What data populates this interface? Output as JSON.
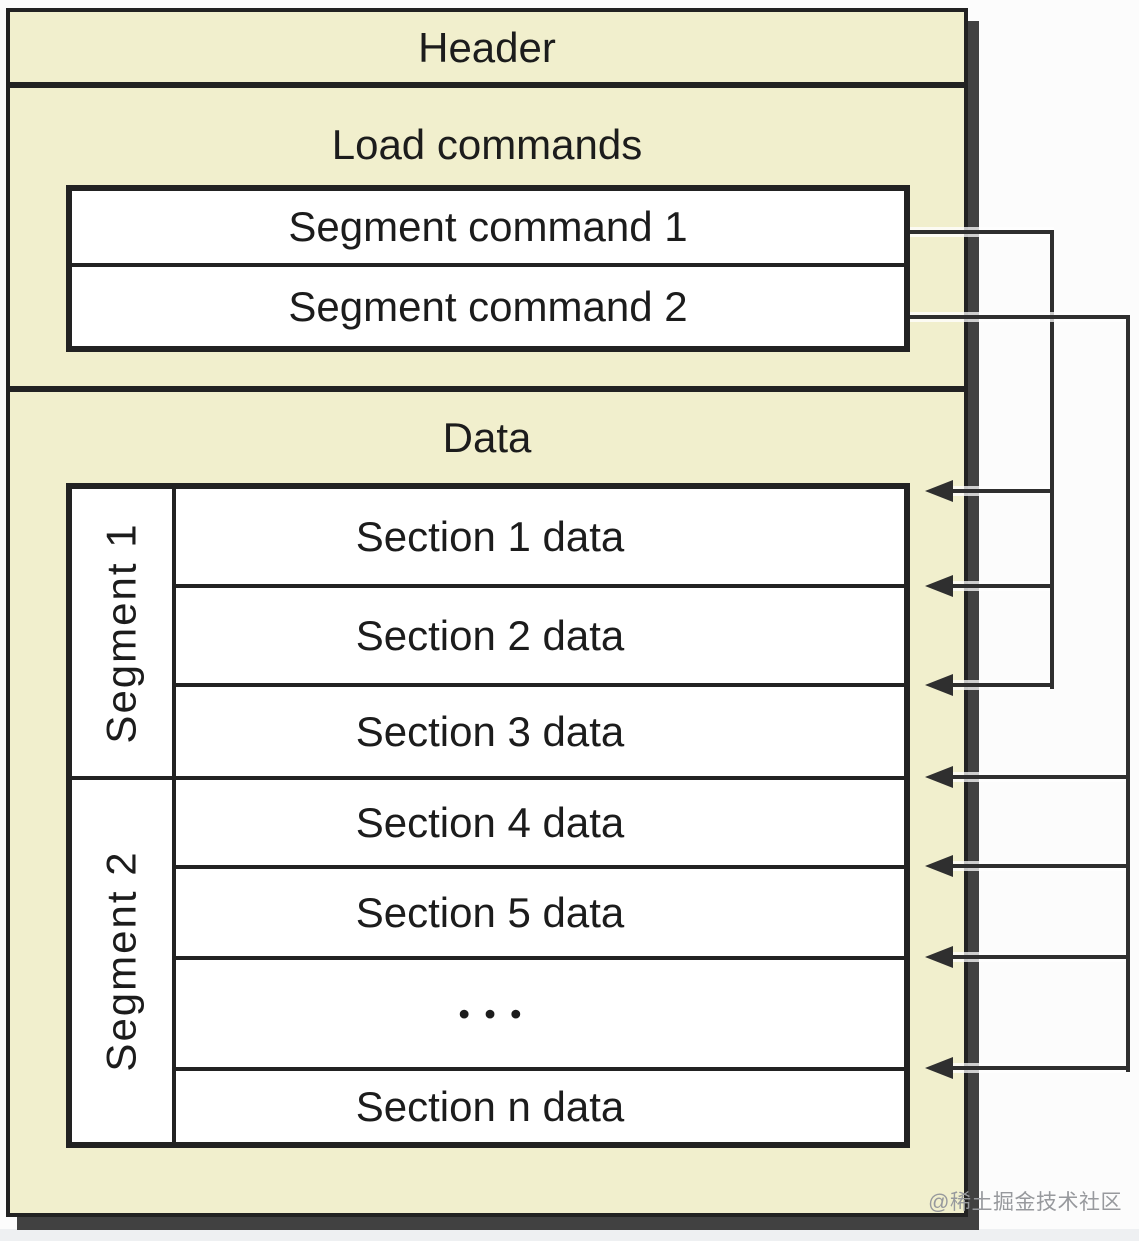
{
  "diagram": {
    "header": "Header",
    "load_commands": "Load commands",
    "segment_command_1": "Segment command 1",
    "segment_command_2": "Segment command 2",
    "data": "Data",
    "segment_1": "Segment 1",
    "segment_2": "Segment 2",
    "sections": {
      "s1": "Section 1 data",
      "s2": "Section 2 data",
      "s3": "Section 3 data",
      "s4": "Section 4 data",
      "s5": "Section 5 data",
      "ellipsis": "•••",
      "sn": "Section n data"
    }
  },
  "watermark": "@稀土掘金技术社区",
  "colors": {
    "box_fill": "#f1efcd",
    "border": "#222222",
    "connector": "#2f2f2f",
    "shadow": "#414141",
    "row_fill": "#ffffff"
  }
}
